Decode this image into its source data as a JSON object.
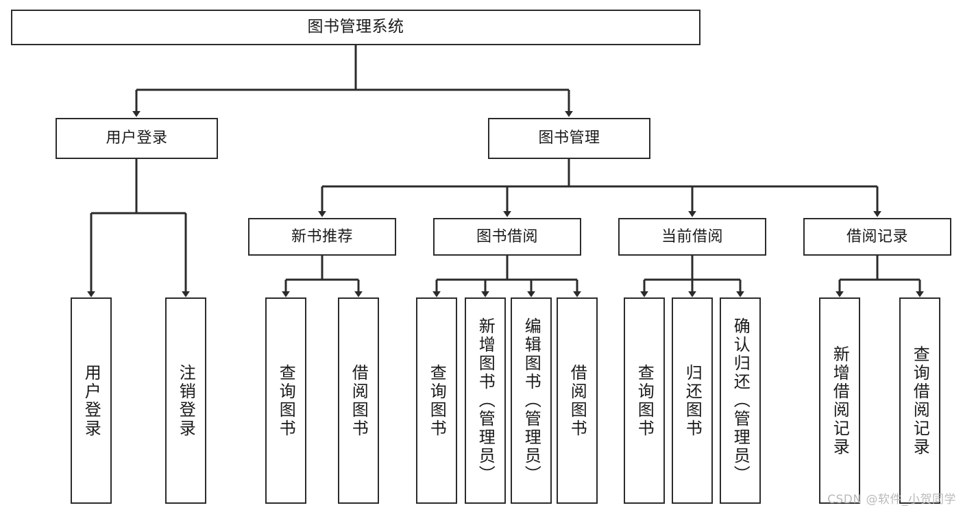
{
  "diagram": {
    "title": "图书管理系统",
    "watermark": "CSDN @软件_小贺同学",
    "type": "tree-hierarchy-diagram",
    "colors": {
      "box_border": "#2b2b2b",
      "box_fill": "#ffffff",
      "connector": "#2b2b2b",
      "text": "#1a1a1a",
      "watermark": "#b9b9b9",
      "background": "#ffffff"
    },
    "nodes": {
      "root": {
        "label": "图书管理系统",
        "orientation": "horizontal"
      },
      "level2": [
        {
          "id": "user-login",
          "label": "用户登录",
          "orientation": "horizontal"
        },
        {
          "id": "book-manage",
          "label": "图书管理",
          "orientation": "horizontal"
        }
      ],
      "level3": [
        {
          "id": "new-book-recommend",
          "label": "新书推荐",
          "orientation": "horizontal"
        },
        {
          "id": "book-borrow",
          "label": "图书借阅",
          "orientation": "horizontal"
        },
        {
          "id": "current-borrow",
          "label": "当前借阅",
          "orientation": "horizontal"
        },
        {
          "id": "borrow-record",
          "label": "借阅记录",
          "orientation": "horizontal"
        }
      ],
      "leaves": {
        "user-login": [
          {
            "id": "leaf-user-login",
            "label": "用户登录",
            "orientation": "vertical"
          },
          {
            "id": "leaf-logout-login",
            "label": "注销登录",
            "orientation": "vertical"
          }
        ],
        "new-book-recommend": [
          {
            "id": "leaf-query-book-1",
            "label": "查询图书",
            "orientation": "vertical"
          },
          {
            "id": "leaf-borrow-book-1",
            "label": "借阅图书",
            "orientation": "vertical"
          }
        ],
        "book-borrow": [
          {
            "id": "leaf-query-book-2",
            "label": "查询图书",
            "orientation": "vertical"
          },
          {
            "id": "leaf-add-book",
            "label": "新增图书（管理员）",
            "orientation": "vertical"
          },
          {
            "id": "leaf-edit-book",
            "label": "编辑图书（管理员）",
            "orientation": "vertical"
          },
          {
            "id": "leaf-borrow-book-2",
            "label": "借阅图书",
            "orientation": "vertical"
          }
        ],
        "current-borrow": [
          {
            "id": "leaf-query-book-3",
            "label": "查询图书",
            "orientation": "vertical"
          },
          {
            "id": "leaf-return-book",
            "label": "归还图书",
            "orientation": "vertical"
          },
          {
            "id": "leaf-confirm-return",
            "label": "确认归还（管理员）",
            "orientation": "vertical"
          }
        ],
        "borrow-record": [
          {
            "id": "leaf-add-record",
            "label": "新增借阅记录",
            "orientation": "vertical"
          },
          {
            "id": "leaf-query-record",
            "label": "查询借阅记录",
            "orientation": "vertical"
          }
        ]
      }
    }
  }
}
